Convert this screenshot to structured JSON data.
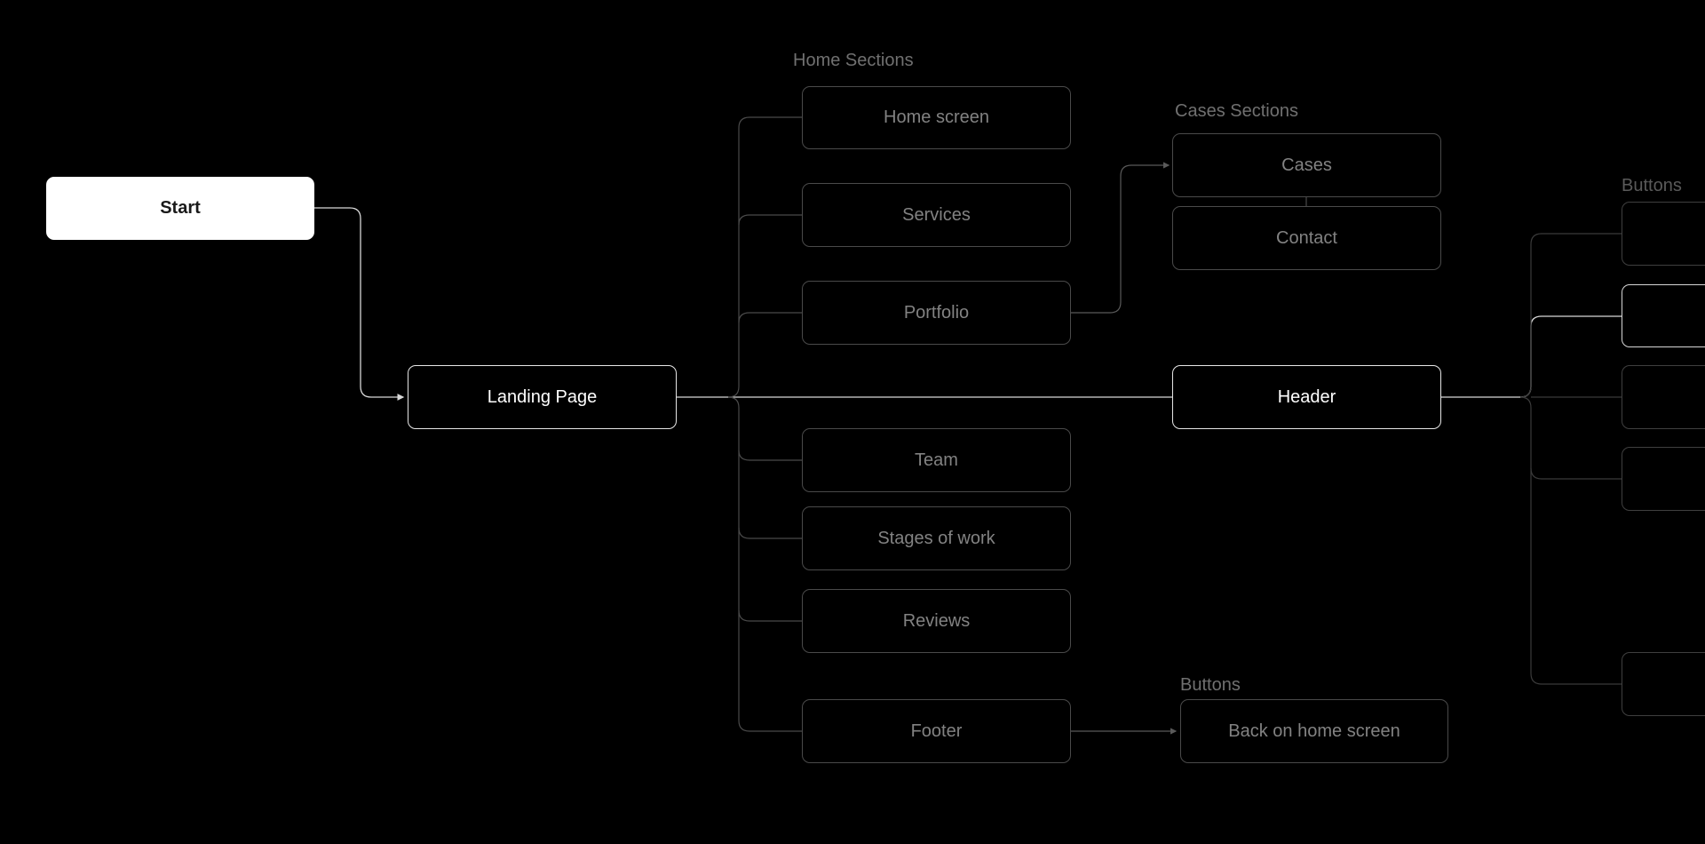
{
  "colors": {
    "background": "#000000",
    "start_fill": "#ffffff",
    "active_border": "#e6e6e6",
    "inactive_border": "#4a4a4a",
    "inactive_text": "#828282"
  },
  "nodes": {
    "start": "Start",
    "landing_page": "Landing Page",
    "header": "Header"
  },
  "home_sections": {
    "label": "Home Sections",
    "items": [
      "Home screen",
      "Services",
      "Portfolio",
      "Team",
      "Stages of work",
      "Reviews",
      "Footer"
    ]
  },
  "cases_sections": {
    "label": "Cases Sections",
    "items": [
      "Cases",
      "Contact"
    ]
  },
  "footer_buttons": {
    "label": "Buttons",
    "items": [
      "Back on home screen"
    ]
  },
  "header_buttons": {
    "label": "Buttons"
  }
}
